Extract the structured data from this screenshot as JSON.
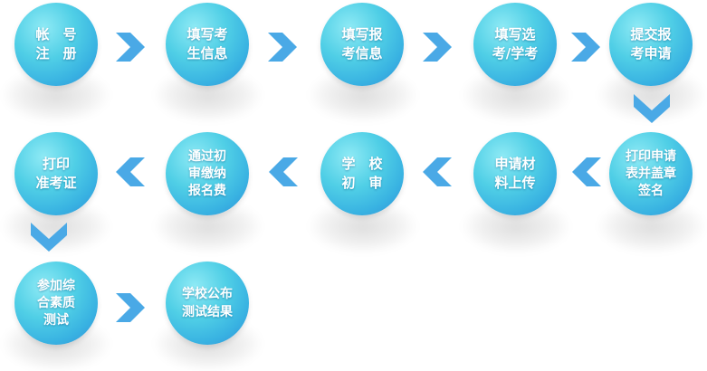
{
  "colors": {
    "node_light": "#8feaf5",
    "node_mid": "#50cfe6",
    "node_dark": "#2f8fd8",
    "arrow": "#4aa9e6",
    "text": "#ffffff"
  },
  "steps": [
    {
      "id": "s1",
      "label": "帐　号\n注　册"
    },
    {
      "id": "s2",
      "label": "填写考\n生信息"
    },
    {
      "id": "s3",
      "label": "填写报\n考信息"
    },
    {
      "id": "s4",
      "label": "填写选\n考/学考"
    },
    {
      "id": "s5",
      "label": "提交报\n考申请"
    },
    {
      "id": "s6",
      "label": "打印申请\n表并盖章\n签名"
    },
    {
      "id": "s7",
      "label": "申请材\n料上传"
    },
    {
      "id": "s8",
      "label": "学　校\n初　审"
    },
    {
      "id": "s9",
      "label": "通过初\n审缴纳\n报名费"
    },
    {
      "id": "s10",
      "label": "打印\n准考证"
    },
    {
      "id": "s11",
      "label": "参加综\n合素质\n测试"
    },
    {
      "id": "s12",
      "label": "学校公布\n测试结果"
    }
  ],
  "arrows": [
    {
      "from": "s1",
      "to": "s2",
      "direction": "right"
    },
    {
      "from": "s2",
      "to": "s3",
      "direction": "right"
    },
    {
      "from": "s3",
      "to": "s4",
      "direction": "right"
    },
    {
      "from": "s4",
      "to": "s5",
      "direction": "right"
    },
    {
      "from": "s5",
      "to": "s6",
      "direction": "down"
    },
    {
      "from": "s6",
      "to": "s7",
      "direction": "left"
    },
    {
      "from": "s7",
      "to": "s8",
      "direction": "left"
    },
    {
      "from": "s8",
      "to": "s9",
      "direction": "left"
    },
    {
      "from": "s9",
      "to": "s10",
      "direction": "left"
    },
    {
      "from": "s10",
      "to": "s11",
      "direction": "down"
    },
    {
      "from": "s11",
      "to": "s12",
      "direction": "right"
    }
  ]
}
